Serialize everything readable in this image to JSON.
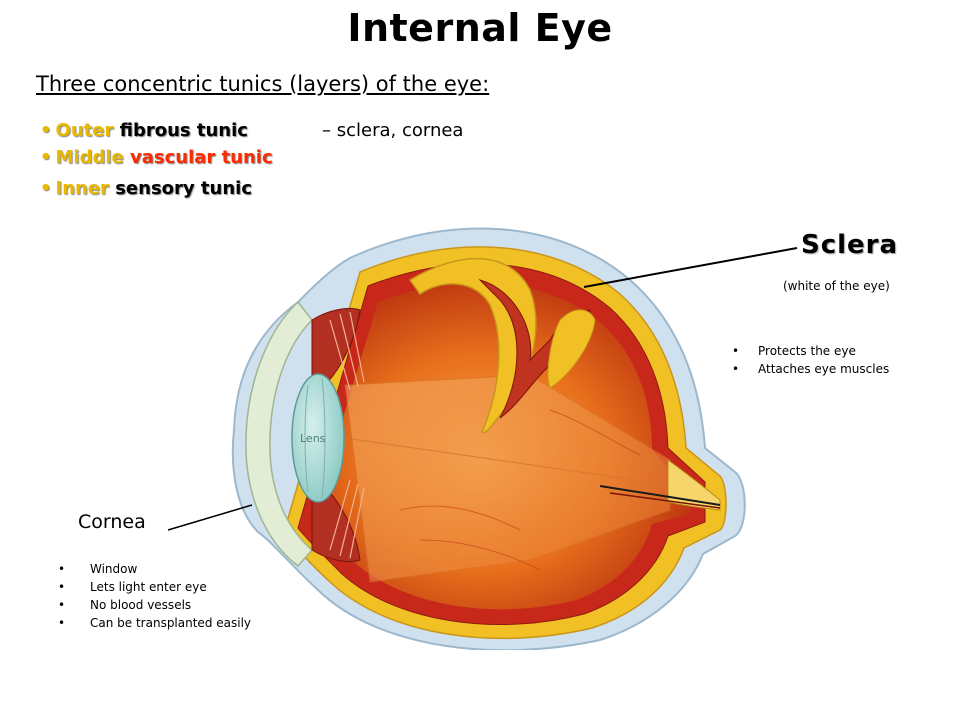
{
  "title": "Internal Eye",
  "subtitle": "Three concentric tunics (layers) of the eye:",
  "tunics": [
    {
      "bullet": "•",
      "prefix": "Outer",
      "name": "fibrous tunic",
      "note": "–  sclera, cornea"
    },
    {
      "bullet": "•",
      "prefix": "Middle",
      "name": "vascular tunic"
    },
    {
      "bullet": "•",
      "prefix": "Inner",
      "name": "sensory tunic"
    }
  ],
  "sclera": {
    "label": "Sclera",
    "sublabel": "(white of the eye)",
    "facts": [
      "Protects the eye",
      "Attaches eye muscles"
    ]
  },
  "cornea": {
    "label": "Cornea",
    "facts": [
      "Window",
      "Lets light enter eye",
      "No blood vessels",
      "Can be transplanted easily"
    ]
  },
  "lens_label": "Lens",
  "colors": {
    "accent_yellow": "#e8b800",
    "accent_red": "#ff2a00",
    "sclera_blue": "#cfe0ee",
    "choroid_red": "#c8281a",
    "interior_orange": "#e86a18",
    "lens_teal": "#9fd6d2"
  }
}
